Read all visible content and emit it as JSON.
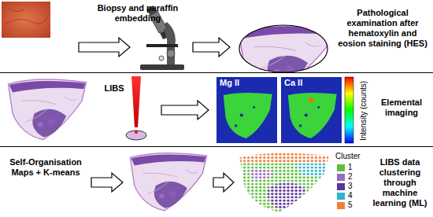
{
  "diagram": {
    "nodes": [
      {
        "text": [
          "Mg II"
        ]
      },
      {
        "text": [
          "Ca II"
        ]
      }
    ],
    "labels": [
      "Biopsy and paraffin embedding",
      "Pathological examination after hematoxylin and eosion staining (HES)",
      "LIBS",
      "Intensity (counts)",
      "Elemental imaging",
      "Self-Organisation Maps + K-means",
      "Cluster",
      "LIBS data clustering through machine learning (ML)"
    ],
    "legend": [
      {
        "text": "1",
        "color": "#5fbf3f"
      },
      {
        "text": "2",
        "color": "#9a6cc0"
      },
      {
        "text": "3",
        "color": "#5a3595"
      },
      {
        "text": "4",
        "color": "#2fb3c8"
      },
      {
        "text": "5",
        "color": "#f07f3c"
      }
    ]
  }
}
